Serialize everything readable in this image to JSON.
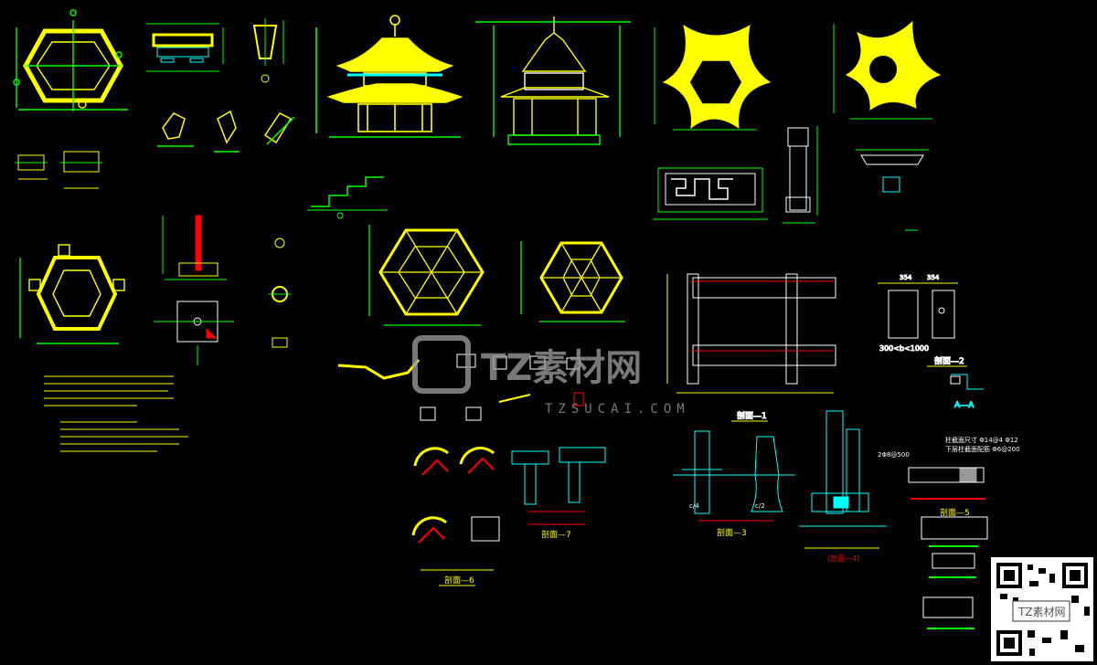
{
  "colors": {
    "background": "#000000",
    "primary_line": "#ffff00",
    "dimension_line": "#00ff00",
    "section_line": "#00ffff",
    "detail_line": "#ffffff",
    "title_text": "#ff0000",
    "watermark": "#9a9a9a"
  },
  "dimensions": {
    "section_2_top_a": "354",
    "section_2_top_b": "354",
    "section_2_caption": "300<b<1000",
    "section_3_left": "c/4",
    "section_3_right": "c/2",
    "section_5_note": "2Φ8@500"
  },
  "labels": {
    "section_1": "剖面—1",
    "section_2": "剖面—2",
    "section_3": "剖面—3",
    "section_4": "（剖面—4）",
    "section_5": "剖面—5",
    "section_6": "剖面—6",
    "section_7": "剖面—7",
    "cut_aa": "A—A",
    "note_line_1": "柱截面尺寸 Φ14@4 Φ12",
    "note_line_2": "下层柱截面配筋 Φ6@200"
  },
  "watermark": {
    "brand": "TZ素材网",
    "domain": "TZSUCAI.COM",
    "qr_caption": "TZ素材网"
  }
}
